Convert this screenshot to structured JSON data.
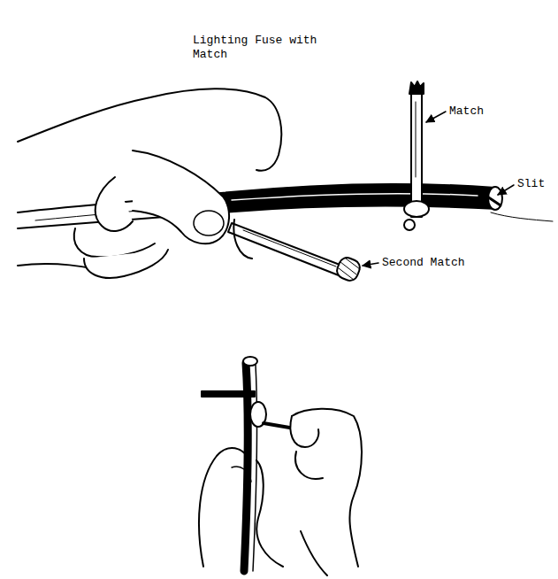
{
  "diagram": {
    "labels": [
      "Lighting Fuse with Match",
      "Match",
      "Slit",
      "Second Match"
    ]
  }
}
